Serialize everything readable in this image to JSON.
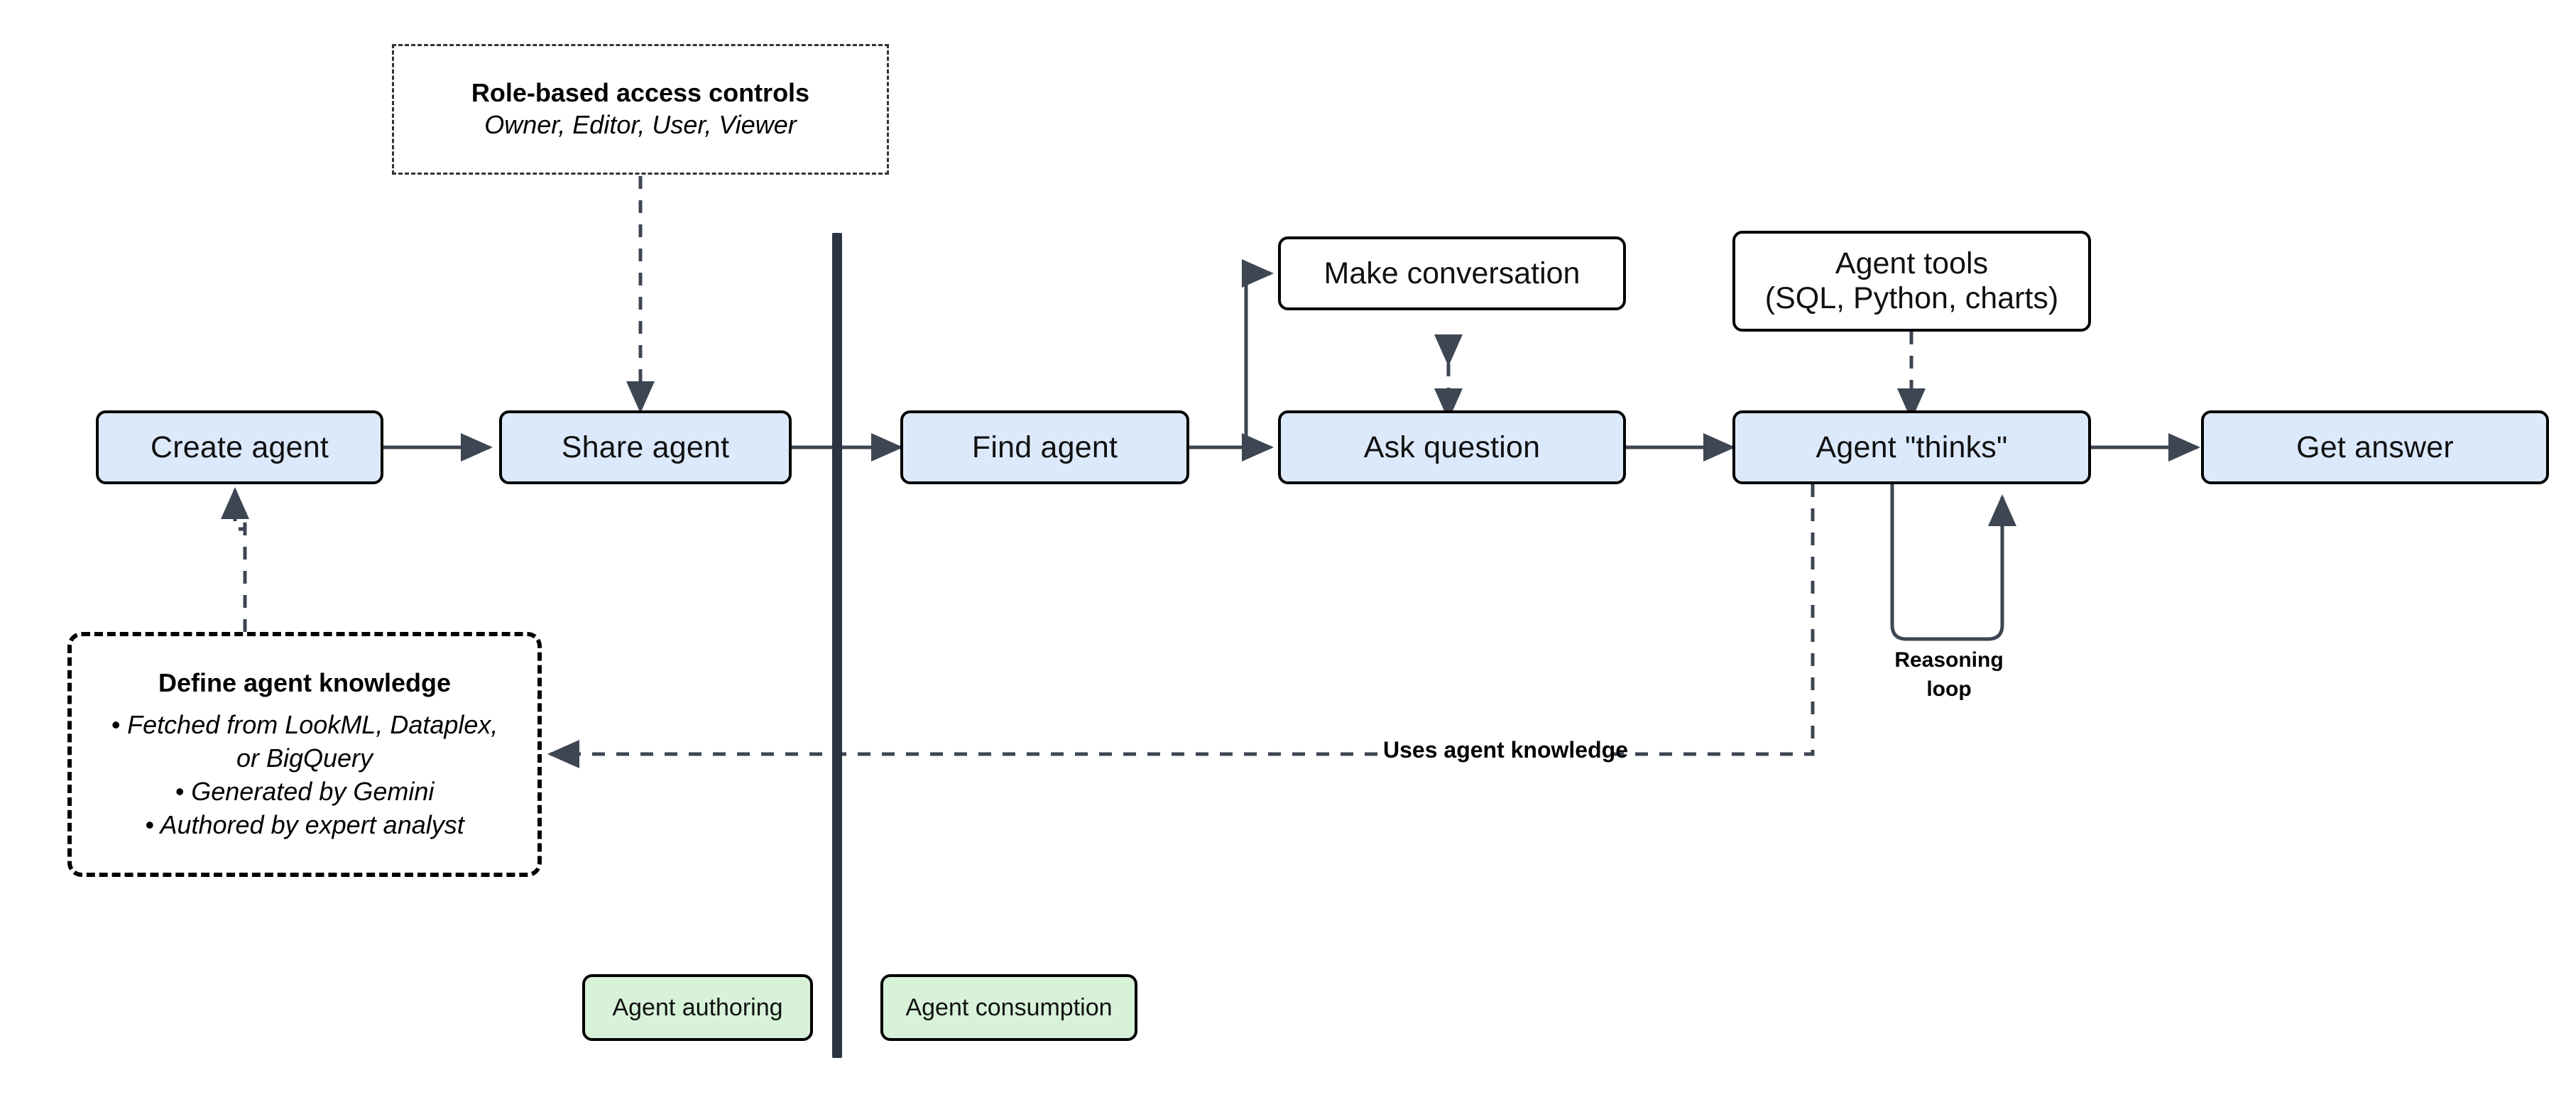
{
  "diagram": {
    "title_hidden": "",
    "colors": {
      "process_fill": "#dce9fb",
      "legend_fill": "#d7f2d8",
      "stroke": "#000000",
      "divider": "#2b3440",
      "arrow": "#3d4652"
    },
    "notes": {
      "rbac": {
        "title": "Role-based access controls",
        "subtitle": "Owner, Editor, User, Viewer"
      },
      "knowledge": {
        "title": "Define agent knowledge",
        "bullets": [
          "• Fetched from LookML, Dataplex,",
          "or BigQuery",
          "• Generated by Gemini",
          "• Authored by expert analyst"
        ]
      }
    },
    "nodes": {
      "create_agent": "Create agent",
      "share_agent": "Share agent",
      "find_agent": "Find agent",
      "make_conversation": "Make conversation",
      "ask_question": "Ask question",
      "agent_tools": "Agent tools\n(SQL, Python, charts)",
      "agent_tools_line1": "Agent tools",
      "agent_tools_line2": "(SQL, Python, charts)",
      "agent_thinks": "Agent \"thinks\"",
      "get_answer": "Get answer"
    },
    "labels": {
      "uses_agent_knowledge": "Uses agent knowledge",
      "reasoning_loop_line1": "Reasoning",
      "reasoning_loop_line2": "loop"
    },
    "legend": {
      "authoring": "Agent authoring",
      "consumption": "Agent consumption"
    }
  }
}
